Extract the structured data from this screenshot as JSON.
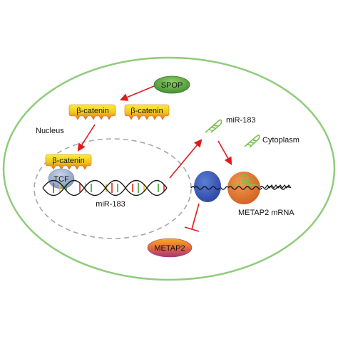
{
  "labels": {
    "spop": "SPOP",
    "beta_catenin": "β-catenin",
    "nucleus": "Nucleus",
    "tcf": "TCF",
    "mir183_dna": "miR-183",
    "mir183_cyto": "miR-183",
    "cytoplasm": "Cytoplasm",
    "metap2_mrna": "METAP2 mRNA",
    "metap2": "METAP2"
  },
  "colors": {
    "cell_border": "#8fcc7a",
    "nucleus_border": "#a8a8a8",
    "arrow": "#e01a1a",
    "spop_fill": "#5da544",
    "beta_catenin_top": "#f5e21a",
    "beta_catenin_bottom": "#e8731a",
    "tcf_fill": "#8fa6c7",
    "ribosome_small": "#3f5fb8",
    "ribosome_large": "#e07a2e",
    "mirna_green": "#7cc04f",
    "metap2_top": "#f2a51a",
    "metap2_bottom": "#b23a7a"
  },
  "icons": {
    "arrow": "red-arrow-icon",
    "inhibition": "inhibition-bar-icon",
    "hairpin": "mirna-hairpin-icon",
    "dna": "dna-double-helix-icon",
    "ribosome": "ribosome-icon"
  }
}
